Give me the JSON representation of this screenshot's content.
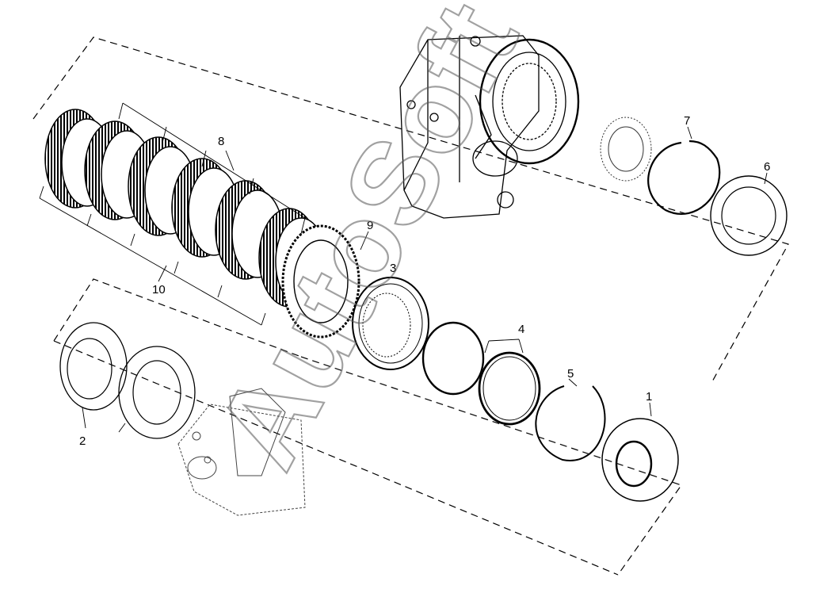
{
  "callouts": {
    "c1": "1",
    "c2": "2",
    "c3": "3",
    "c4": "4",
    "c5": "5",
    "c6": "6",
    "c7": "7",
    "c8": "8",
    "c9": "9",
    "c10": "10"
  },
  "watermark": "AutoSoft",
  "colors": {
    "ink": "#000000",
    "paper": "#ffffff",
    "watermark": "#555555"
  }
}
